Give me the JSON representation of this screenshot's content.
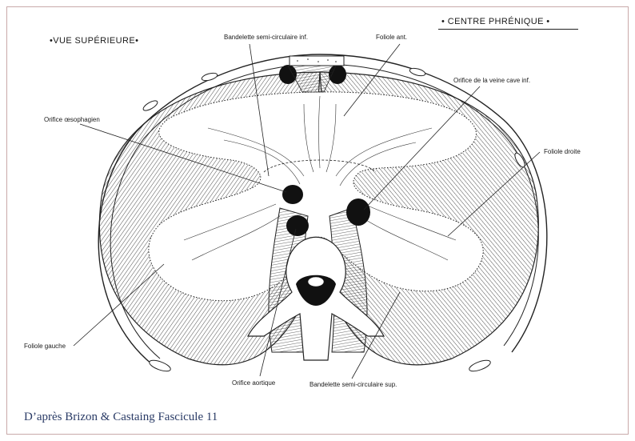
{
  "header": {
    "view_label": "VUE SUPÉRIEURE",
    "title": "CENTRE PHRÉNIQUE",
    "bullet": "•"
  },
  "labels": {
    "bandelette_inf": "Bandelette semi-circulaire inf.",
    "foliole_ant": "Foliole ant.",
    "orifice_veine_cave": "Orifice de la veine cave inf.",
    "orifice_oesophagien": "Orifice œsophagien",
    "foliole_droite": "Foliole droite",
    "foliole_gauche": "Foliole gauche",
    "orifice_aortique": "Orifice aortique",
    "bandelette_sup": "Bandelette semi-circulaire sup."
  },
  "credit": "D’après Brizon & Castaing Fascicule 11",
  "colors": {
    "ink": "#1a1a1a",
    "frame": "#c9a9a9",
    "credit": "#2a3b66"
  }
}
